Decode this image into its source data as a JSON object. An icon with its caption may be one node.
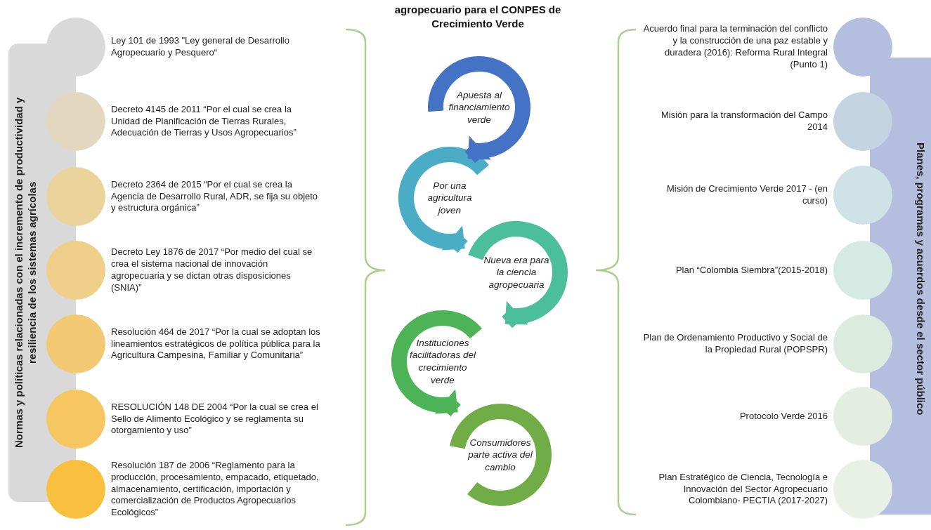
{
  "diagram": {
    "title": "agropecuario para el CONPES de Crecimiento Verde",
    "nodes": [
      {
        "text": [
          "Normas y políticas relacionadas con el incremento de productividad y resiliencia de los sistemas agrícolas"
        ]
      },
      {
        "text": [],
        "shape": "circle",
        "beside": [
          "Ley 101 de 1993 \"Ley general de Desarrollo Agropecuario y Pesquero“"
        ]
      },
      {
        "text": [],
        "shape": "circle",
        "beside": [
          "Decreto 4145 de 2011 “Por el cual se crea la Unidad de Planificación de Tierras Rurales, Adecuación de Tierras y Usos Agropecuarios”"
        ]
      },
      {
        "text": [],
        "shape": "circle",
        "beside": [
          "Decreto 2364 de 2015 “Por el cual se crea la Agencia de Desarrollo Rural, ADR, se fija su objeto y estructura orgánica”"
        ]
      },
      {
        "text": [],
        "shape": "circle",
        "beside": [
          "Decreto Ley 1876 de 2017 “Por medio del cual se crea el sistema nacional de innovación agropecuaria y se dictan otras disposiciones (SNIA)”"
        ]
      },
      {
        "text": [],
        "shape": "circle",
        "beside": [
          "Resolución 464 de 2017 “Por la cual se adoptan los lineamientos estratégicos de política pública para la Agricultura Campesina, Familiar y Comunitaria”"
        ]
      },
      {
        "text": [],
        "shape": "circle",
        "beside": [
          "RESOLUCIÓN 148 DE 2004 “Por la cual se crea el Sello de Alimento Ecológico y se reglamenta su otorgamiento y uso”"
        ]
      },
      {
        "text": [],
        "shape": "circle",
        "beside": [
          "Resolución 187 de 2006 “Reglamento para la producción, procesamiento, empacado, etiquetado, almacenamiento, certificación, importación y comercialización de Productos Agropecuarios Ecológicos”"
        ]
      },
      {
        "text": [
          "Apuesta al financiamiento verde"
        ]
      },
      {
        "text": [
          "Por una agricultura joven"
        ]
      },
      {
        "text": [
          "Nueva era para la ciencia agropecuaria"
        ]
      },
      {
        "text": [
          "Instituciones facilitadoras del crecimiento verde"
        ]
      },
      {
        "text": [
          "Consumidores parte activa del cambio"
        ]
      },
      {
        "text": [
          "Planes, programas y acuerdos desde el sector público"
        ]
      },
      {
        "text": [],
        "shape": "circle",
        "beside": [
          "Acuerdo final para la terminación del conflicto y la construcción de una paz estable y duradera (2016): Reforma Rural Integral (Punto 1)"
        ]
      },
      {
        "text": [],
        "shape": "circle",
        "beside": [
          "Misión para la transformación del Campo 2014"
        ]
      },
      {
        "text": [],
        "shape": "circle",
        "beside": [
          "Misión de Crecimiento Verde 2017 - (en curso)"
        ]
      },
      {
        "text": [],
        "shape": "circle",
        "beside": [
          "Plan “Colombia Siembra”(2015-2018)"
        ]
      },
      {
        "text": [],
        "shape": "circle",
        "beside": [
          "Plan de Ordenamiento Productivo y Social de la Propiedad Rural (POPSPR)"
        ]
      },
      {
        "text": [],
        "shape": "circle",
        "beside": [
          "Protocolo Verde 2016"
        ]
      },
      {
        "text": [],
        "shape": "circle",
        "beside": [
          "Plan Estratégico de Ciencia, Tecnología e Innovación del Sector Agropecuario Colombiano- PECTIA (2017-2027)"
        ]
      }
    ],
    "edges": [
      {
        "from": 8,
        "to": 9,
        "arrow": "to",
        "color": "#4472c4"
      },
      {
        "from": 9,
        "to": 10,
        "arrow": "to",
        "color": "#4bacc6"
      },
      {
        "from": 10,
        "to": 11,
        "arrow": "to",
        "color": "#4bbf9a"
      },
      {
        "from": 11,
        "to": 12,
        "arrow": "to",
        "color": "#4cb456"
      }
    ]
  }
}
